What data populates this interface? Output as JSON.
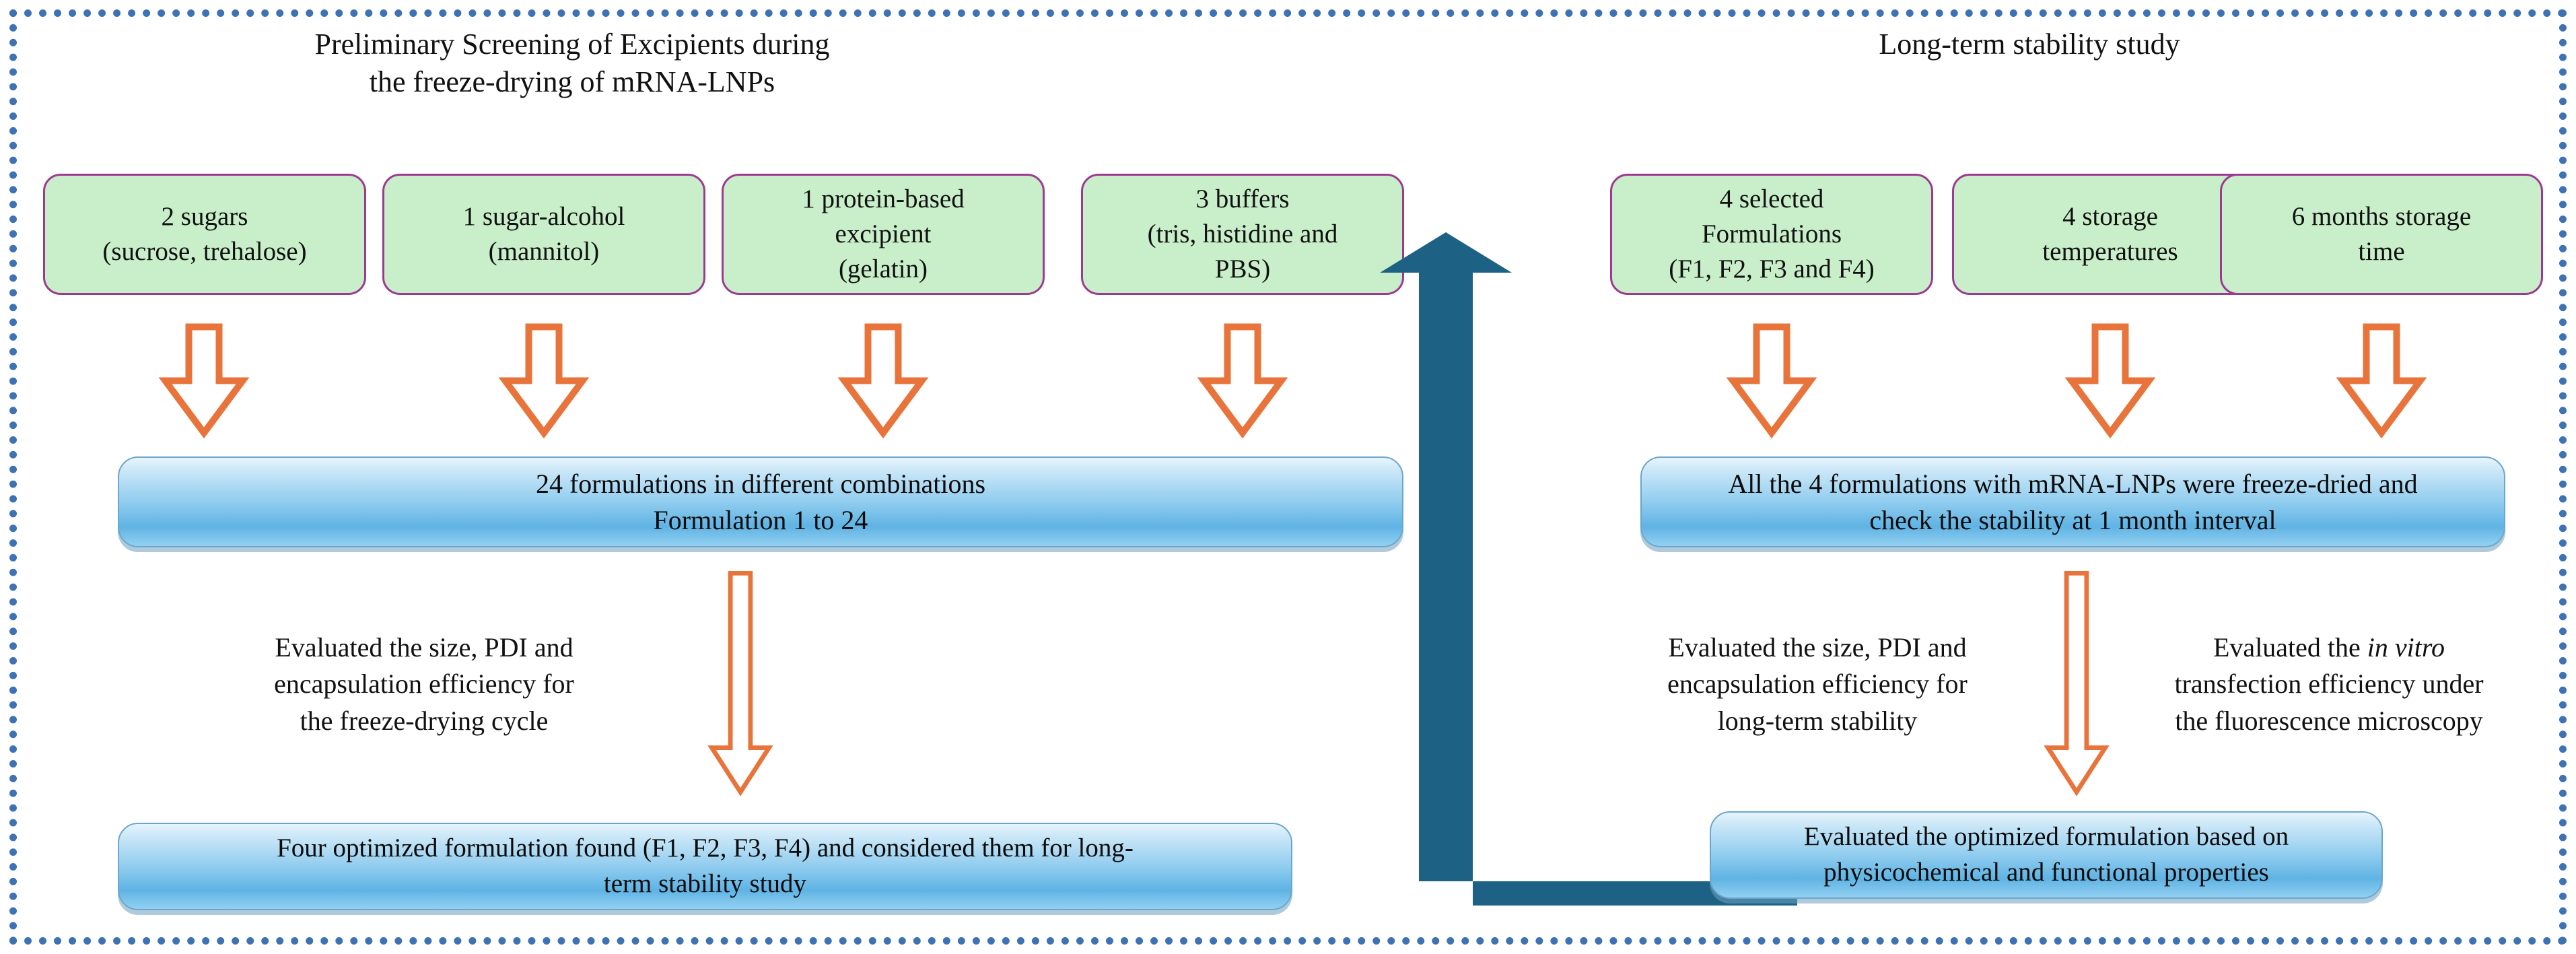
{
  "diagram": {
    "frame_color": "#3d72b4",
    "green_box_fill": "#c9efca",
    "green_box_border": "#9c3a91",
    "blue_box_accent": "#5fb3e4",
    "arrow_color": "#e8743b",
    "connector_color": "#1d6285",
    "titles": {
      "left": "Preliminary Screening of Excipients during\nthe freeze-drying of mRNA-LNPs",
      "left_line1": "Preliminary Screening of Excipients during",
      "left_line2": "the freeze-drying of mRNA-LNPs",
      "right": "Long-term stability study"
    },
    "left_inputs": [
      {
        "line1": "2 sugars",
        "line2": "(sucrose, trehalose)",
        "line3": ""
      },
      {
        "line1": "1 sugar-alcohol",
        "line2": "(mannitol)",
        "line3": ""
      },
      {
        "line1": "1 protein-based",
        "line2": "excipient",
        "line3": "(gelatin)"
      },
      {
        "line1": "3 buffers",
        "line2": "(tris, histidine and",
        "line3": "PBS)"
      }
    ],
    "right_inputs": [
      {
        "line1": "4 selected",
        "line2": "Formulations",
        "line3": "(F1, F2, F3 and F4)"
      },
      {
        "line1": "4 storage",
        "line2": "temperatures",
        "line3": ""
      },
      {
        "line1": "6 months storage",
        "line2": "time",
        "line3": ""
      }
    ],
    "left_middle_box": {
      "line1": "24 formulations in different combinations",
      "line2": "Formulation 1 to 24"
    },
    "right_middle_box": {
      "line1": "All the 4 formulations with mRNA-LNPs  were freeze-dried and",
      "line2": "check the stability at 1 month interval"
    },
    "left_caption": {
      "line1": "Evaluated the size, PDI and",
      "line2": "encapsulation efficiency for",
      "line3": "the freeze-drying cycle"
    },
    "right_caption_a": {
      "line1": "Evaluated the size, PDI and",
      "line2": "encapsulation efficiency for",
      "line3": "long-term stability"
    },
    "right_caption_b": {
      "line1_pre": "Evaluated the ",
      "line1_em": "in vitro",
      "line2": "transfection efficiency under",
      "line3": "the fluorescence microscopy"
    },
    "left_bottom_box": {
      "line1": "Four optimized formulation found (F1, F2, F3, F4)  and considered them for long-",
      "line2": "term stability study"
    },
    "right_bottom_box": {
      "line1": "Evaluated the optimized formulation based on",
      "line2": "physicochemical and functional properties"
    },
    "icons": {
      "down_arrow": "down-arrow-icon",
      "elbow_connector": "elbow-connector-arrow-icon"
    }
  }
}
